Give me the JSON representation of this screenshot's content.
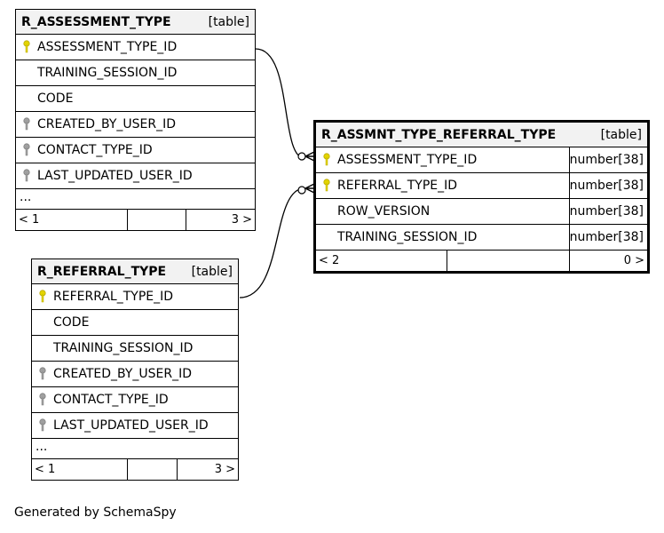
{
  "tables": {
    "assessment_type": {
      "name": "R_ASSESSMENT_TYPE",
      "type": "[table]",
      "columns": [
        {
          "name": "ASSESSMENT_TYPE_ID",
          "key": "primary"
        },
        {
          "name": "TRAINING_SESSION_ID",
          "key": "none"
        },
        {
          "name": "CODE",
          "key": "none"
        },
        {
          "name": "CREATED_BY_USER_ID",
          "key": "foreign"
        },
        {
          "name": "CONTACT_TYPE_ID",
          "key": "foreign"
        },
        {
          "name": "LAST_UPDATED_USER_ID",
          "key": "foreign"
        }
      ],
      "ellipsis": "...",
      "footer": {
        "parents": "< 1",
        "children": "3 >"
      }
    },
    "assmnt_type_referral_type": {
      "name": "R_ASSMNT_TYPE_REFERRAL_TYPE",
      "type": "[table]",
      "columns": [
        {
          "name": "ASSESSMENT_TYPE_ID",
          "key": "primary",
          "dtype": "number[38]"
        },
        {
          "name": "REFERRAL_TYPE_ID",
          "key": "primary",
          "dtype": "number[38]"
        },
        {
          "name": "ROW_VERSION",
          "key": "none",
          "dtype": "number[38]"
        },
        {
          "name": "TRAINING_SESSION_ID",
          "key": "none",
          "dtype": "number[38]"
        }
      ],
      "footer": {
        "parents": "< 2",
        "children": "0 >"
      }
    },
    "referral_type": {
      "name": "R_REFERRAL_TYPE",
      "type": "[table]",
      "columns": [
        {
          "name": "REFERRAL_TYPE_ID",
          "key": "primary"
        },
        {
          "name": "CODE",
          "key": "none"
        },
        {
          "name": "TRAINING_SESSION_ID",
          "key": "none"
        },
        {
          "name": "CREATED_BY_USER_ID",
          "key": "foreign"
        },
        {
          "name": "CONTACT_TYPE_ID",
          "key": "foreign"
        },
        {
          "name": "LAST_UPDATED_USER_ID",
          "key": "foreign"
        }
      ],
      "ellipsis": "...",
      "footer": {
        "parents": "< 1",
        "children": "3 >"
      }
    }
  },
  "credit": "Generated by SchemaSpy",
  "colors": {
    "primary_key": "#e3d400",
    "foreign_key": "#a0a0a0",
    "header_bg": "#f2f2f2"
  }
}
